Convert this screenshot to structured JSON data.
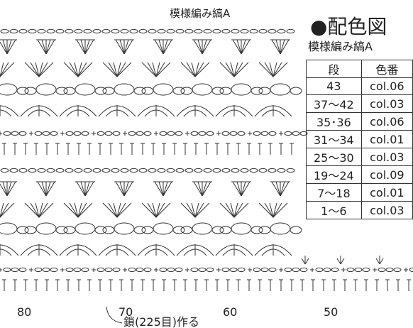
{
  "diagram": {
    "title": "模様編み縞A",
    "foundation_note": "鎖(225目)作る",
    "stitch_numbers": [
      "80",
      "70",
      "60",
      "50"
    ]
  },
  "legend": {
    "title": "●配色図",
    "subtitle": "模様編み縞A",
    "headers": [
      "段",
      "色番"
    ],
    "rows": [
      {
        "rows": "43",
        "color": "col.06"
      },
      {
        "rows": "37〜42",
        "color": "col.03"
      },
      {
        "rows": "35･36",
        "color": "col.06"
      },
      {
        "rows": "31〜34",
        "color": "col.01"
      },
      {
        "rows": "25〜30",
        "color": "col.03"
      },
      {
        "rows": "19〜24",
        "color": "col.09"
      },
      {
        "rows": "7〜18",
        "color": "col.01"
      },
      {
        "rows": "1〜6",
        "color": "col.03"
      }
    ]
  },
  "style": {
    "line_color": "#333333"
  }
}
